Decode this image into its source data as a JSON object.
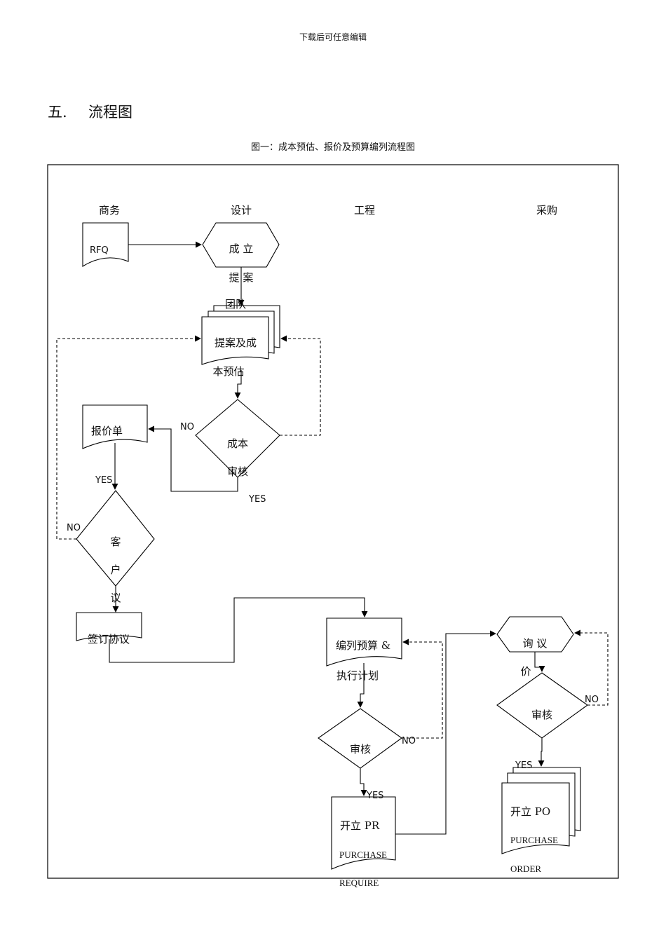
{
  "header_note": "下载后可任意编辑",
  "section": {
    "number": "五.",
    "title": "流程图"
  },
  "caption": "图一：成本预估、报价及预算编列流程图",
  "lanes": [
    "商务",
    "设计",
    "工程",
    "采购"
  ],
  "nodes": {
    "rfq": "RFQ",
    "setup": [
      "成 立",
      "提 案",
      "团队"
    ],
    "proposal": [
      "提案及成",
      "本预估"
    ],
    "cost_review": [
      "成本",
      "审核"
    ],
    "quote": "报价单",
    "client": [
      "客",
      "户",
      "议"
    ],
    "sign": "签订协议",
    "budget": [
      "编列预算 &",
      "执行计划"
    ],
    "eng_review": "审核",
    "pr": [
      "开立 PR",
      "PURCHASE",
      "REQUIRE"
    ],
    "inquiry": [
      "询 议",
      "价"
    ],
    "pur_review": "审核",
    "po": [
      "开立 PO",
      "PURCHASE",
      "ORDER"
    ]
  },
  "labels": {
    "no_cost": "NO",
    "yes_cost": "YES",
    "yes_quote": "YES",
    "no_client": "NO",
    "no_eng": "NO",
    "yes_eng": "YES",
    "no_pur": "NO",
    "yes_pur": "YES"
  }
}
